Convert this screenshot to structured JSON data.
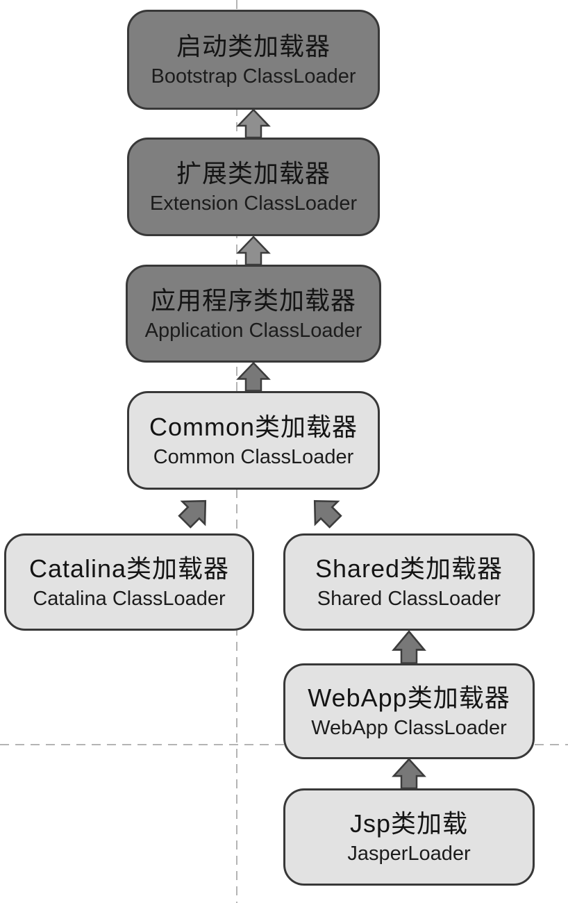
{
  "nodes": [
    {
      "id": "bootstrap",
      "label_cn": "启动类加载器",
      "label_en": "Bootstrap ClassLoader",
      "tone": "dark"
    },
    {
      "id": "extension",
      "label_cn": "扩展类加载器",
      "label_en": "Extension ClassLoader",
      "tone": "dark"
    },
    {
      "id": "application",
      "label_cn": "应用程序类加载器",
      "label_en": "Application ClassLoader",
      "tone": "dark"
    },
    {
      "id": "common",
      "label_cn": "Common类加载器",
      "label_en": "Common ClassLoader",
      "tone": "light"
    },
    {
      "id": "catalina",
      "label_cn": "Catalina类加载器",
      "label_en": "Catalina ClassLoader",
      "tone": "light"
    },
    {
      "id": "shared",
      "label_cn": "Shared类加载器",
      "label_en": "Shared ClassLoader",
      "tone": "light"
    },
    {
      "id": "webapp",
      "label_cn": "WebApp类加载器",
      "label_en": "WebApp ClassLoader",
      "tone": "light"
    },
    {
      "id": "jsp",
      "label_cn": "Jsp类加载",
      "label_en": "JasperLoader",
      "tone": "light"
    }
  ],
  "arrows": [
    {
      "name": "extension-to-bootstrap",
      "direction": "up"
    },
    {
      "name": "application-to-extension",
      "direction": "up"
    },
    {
      "name": "common-to-application",
      "direction": "up"
    },
    {
      "name": "catalina-to-common",
      "direction": "up-right"
    },
    {
      "name": "shared-to-common",
      "direction": "up-left"
    },
    {
      "name": "webapp-to-shared",
      "direction": "up"
    },
    {
      "name": "jsp-to-webapp",
      "direction": "up"
    }
  ],
  "colors": {
    "background": "#ffffff",
    "dark_node_fill": "#7f7f7f",
    "light_node_fill": "#e2e2e2",
    "node_border": "#383838",
    "arrow_fill_upper": "#8f8f8f",
    "arrow_fill_lower": "#787878",
    "arrow_stroke": "#3c3c3c",
    "dashed_line": "#b4b4b4",
    "text": "#141414"
  }
}
